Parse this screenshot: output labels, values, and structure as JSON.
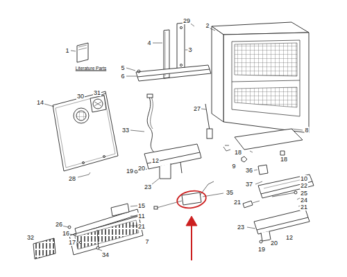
{
  "diagram": {
    "labels": [
      "1",
      "Literature Parts",
      "29",
      "2",
      "4",
      "3",
      "5",
      "6",
      "30",
      "31",
      "14",
      "27",
      "8",
      "33",
      "18",
      "18",
      "9",
      "19",
      "20",
      "12",
      "23",
      "28",
      "36",
      "37",
      "10",
      "22",
      "35",
      "25",
      "24",
      "21",
      "21",
      "15",
      "11",
      "21",
      "26",
      "16",
      "17",
      "32",
      "7",
      "23",
      "34",
      "20",
      "12",
      "19"
    ]
  }
}
